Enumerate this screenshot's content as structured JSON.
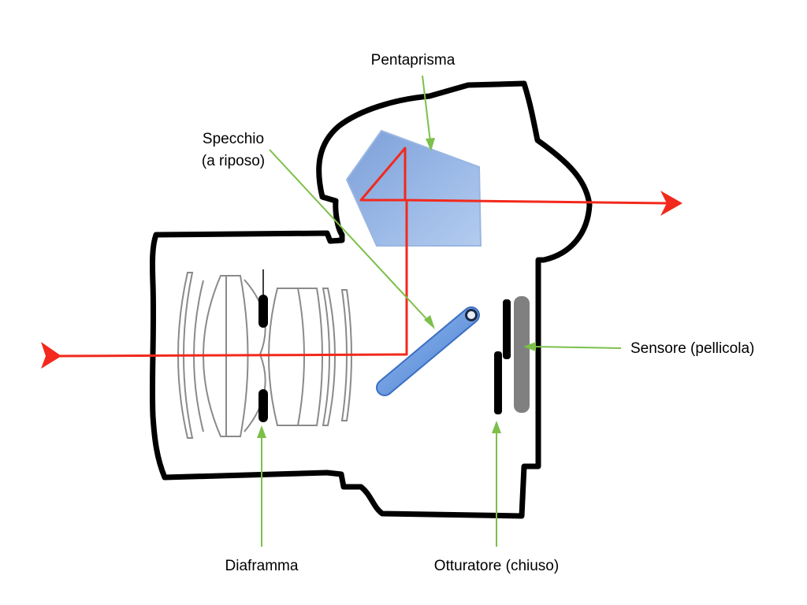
{
  "labels": {
    "pentaprism": "Pentaprisma",
    "mirror_line1": "Specchio",
    "mirror_line2": "(a riposo)",
    "sensor": "Sensore (pellicola)",
    "aperture": "Diaframma",
    "shutter": "Otturatore (chiuso)"
  },
  "colors": {
    "background": "#ffffff",
    "body_outline": "#000000",
    "light_ray": "#f2291c",
    "leader_line": "#7cbf4a",
    "prism_fill": "#8fb0e2",
    "mirror_fill": "#6e9fe0",
    "sensor_fill": "#808080",
    "lens_stroke": "#8a8a8a"
  },
  "icons": {
    "ray_in": "arrowhead-right",
    "ray_out": "arrowhead-right"
  }
}
